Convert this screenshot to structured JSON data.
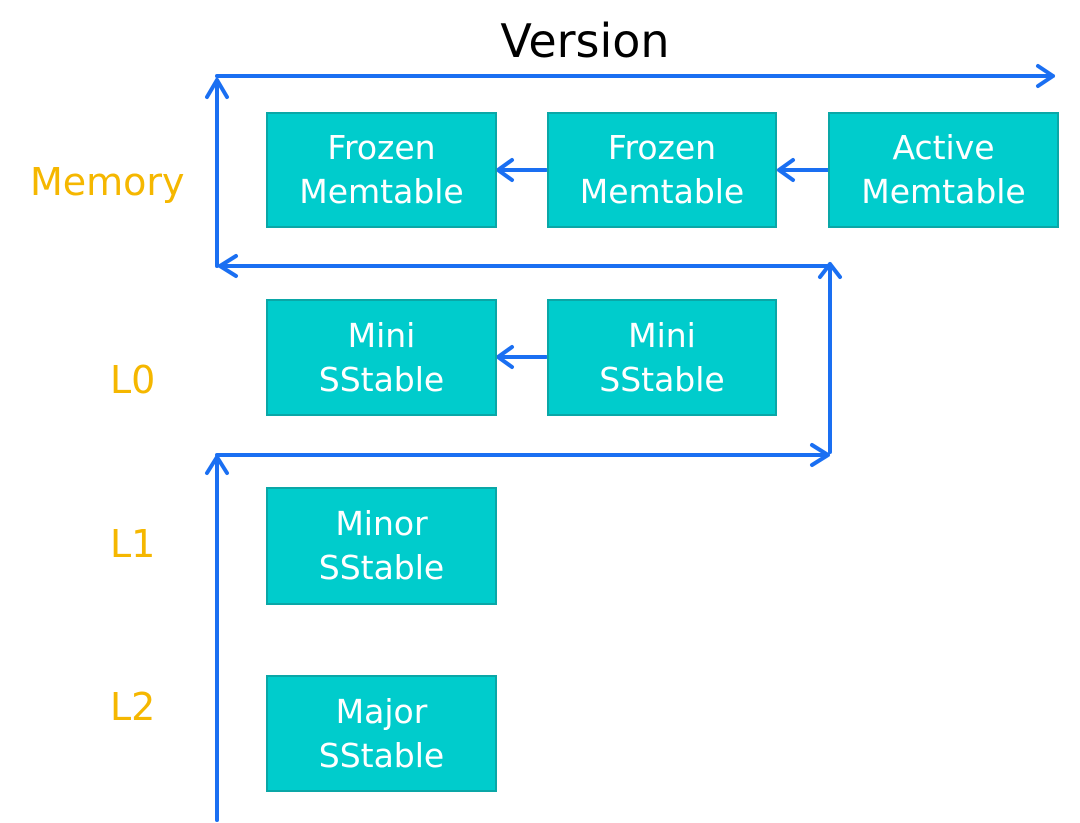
{
  "title": "Version",
  "levels": {
    "memory": "Memory",
    "l0": "L0",
    "l1": "L1",
    "l2": "L2"
  },
  "boxes": {
    "frozen1": {
      "line1": "Frozen",
      "line2": "Memtable"
    },
    "frozen2": {
      "line1": "Frozen",
      "line2": "Memtable"
    },
    "active": {
      "line1": "Active",
      "line2": "Memtable"
    },
    "mini1": {
      "line1": "Mini",
      "line2": "SStable"
    },
    "mini2": {
      "line1": "Mini",
      "line2": "SStable"
    },
    "minor": {
      "line1": "Minor",
      "line2": "SStable"
    },
    "major": {
      "line1": "Major",
      "line2": "SStable"
    }
  },
  "colors": {
    "box_fill": "#00cccc",
    "arrow": "#1a6ff2",
    "level_label": "#f5b700"
  }
}
